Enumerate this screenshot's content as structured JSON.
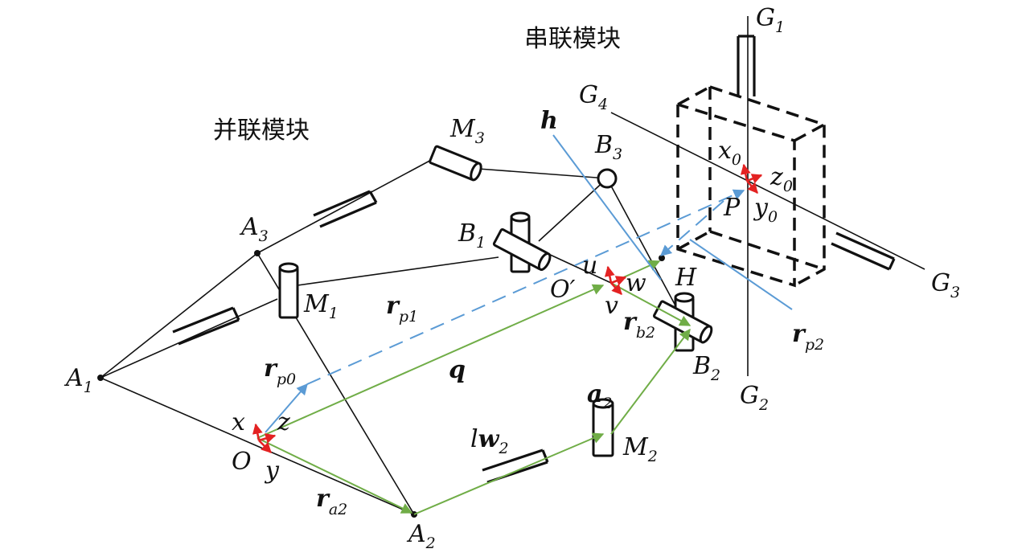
{
  "titles": {
    "serial_module": "串联模块",
    "parallel_module": "并联模块"
  },
  "points": {
    "A1": {
      "m": "A",
      "s": "1"
    },
    "A2": {
      "m": "A",
      "s": "2"
    },
    "A3": {
      "m": "A",
      "s": "3"
    },
    "B1": {
      "m": "B",
      "s": "1"
    },
    "B2": {
      "m": "B",
      "s": "2"
    },
    "B3": {
      "m": "B",
      "s": "3"
    },
    "M1": {
      "m": "M",
      "s": "1"
    },
    "M2": {
      "m": "M",
      "s": "2"
    },
    "M3": {
      "m": "M",
      "s": "3"
    },
    "G1": {
      "m": "G",
      "s": "1"
    },
    "G2": {
      "m": "G",
      "s": "2"
    },
    "G3": {
      "m": "G",
      "s": "3"
    },
    "G4": {
      "m": "G",
      "s": "4"
    },
    "O": "O",
    "O_prime": "O′",
    "P": "P",
    "H": "H"
  },
  "frames": {
    "base": {
      "x": "x",
      "y": "y",
      "z": "z"
    },
    "moving": {
      "u": "u",
      "v": "v",
      "w": "w"
    },
    "tool": {
      "x0": {
        "m": "x",
        "s": "0"
      },
      "y0": {
        "m": "y",
        "s": "0"
      },
      "z0": {
        "m": "z",
        "s": "0"
      }
    }
  },
  "vectors": {
    "q": "q",
    "h": "h",
    "a2": {
      "m": "a",
      "s": "2"
    },
    "lw2": {
      "pre": "l",
      "m": "w",
      "s": "2"
    },
    "rp0": {
      "m": "r",
      "s": "p0"
    },
    "rp1": {
      "m": "r",
      "s": "p1"
    },
    "rp2": {
      "m": "r",
      "s": "p2"
    },
    "ra2": {
      "m": "r",
      "s": "a2"
    },
    "rb2": {
      "m": "r",
      "s": "b2"
    }
  },
  "colors": {
    "structure": "#111111",
    "green_vector": "#70ad47",
    "blue_vector": "#5b9bd5",
    "frame_axes": "#e32222"
  }
}
